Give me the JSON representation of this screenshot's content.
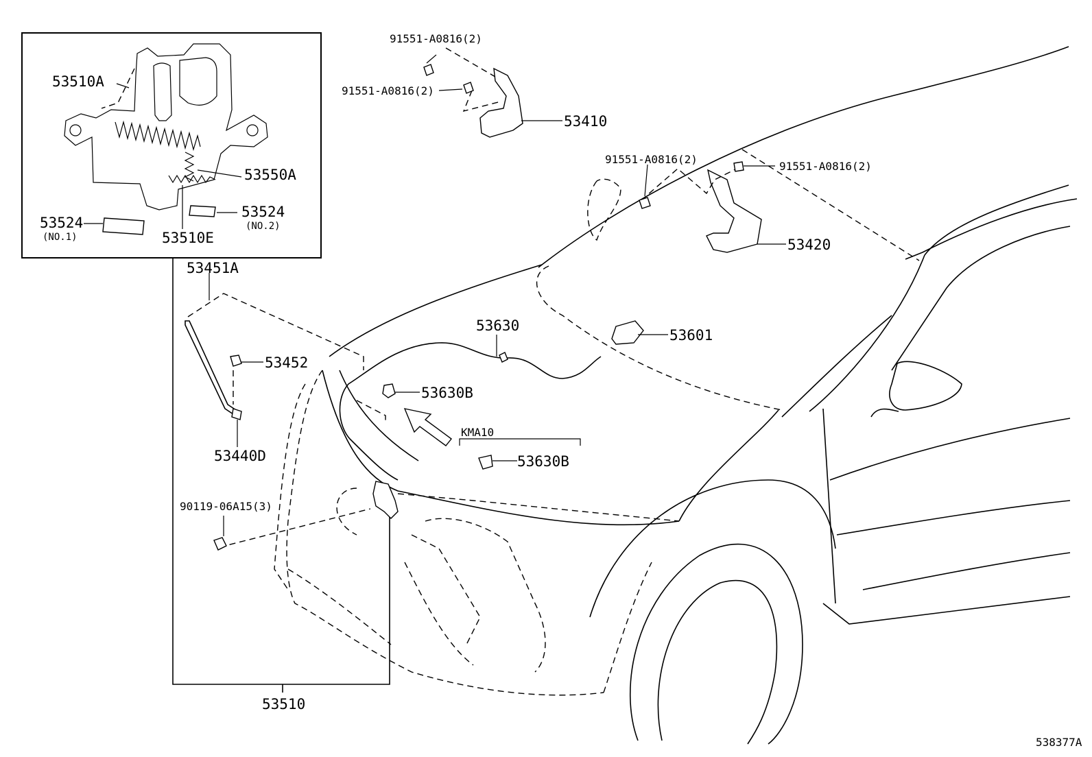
{
  "diagram_id": "538377A",
  "labels": {
    "inset_53510A": "53510A",
    "inset_53550A": "53550A",
    "inset_53524_no1": "53524",
    "inset_53524_no1_sub": "(NO.1)",
    "inset_53524_no2": "53524",
    "inset_53524_no2_sub": "(NO.2)",
    "inset_53510E": "53510E",
    "bolt_hinge_l_a": "91551-A0816(2)",
    "bolt_hinge_l_b": "91551-A0816(2)",
    "hinge_l": "53410",
    "bolt_hinge_r_a": "91551-A0816(2)",
    "bolt_hinge_r_b": "91551-A0816(2)",
    "hinge_r": "53420",
    "p_53451A": "53451A",
    "p_53452": "53452",
    "p_53440D": "53440D",
    "p_53630": "53630",
    "p_53601": "53601",
    "p_53630B_a": "53630B",
    "kma_note": "KMA10",
    "p_53630B_b": "53630B",
    "bolt_lock": "90119-06A15(3)",
    "lock_assy": "53510"
  }
}
